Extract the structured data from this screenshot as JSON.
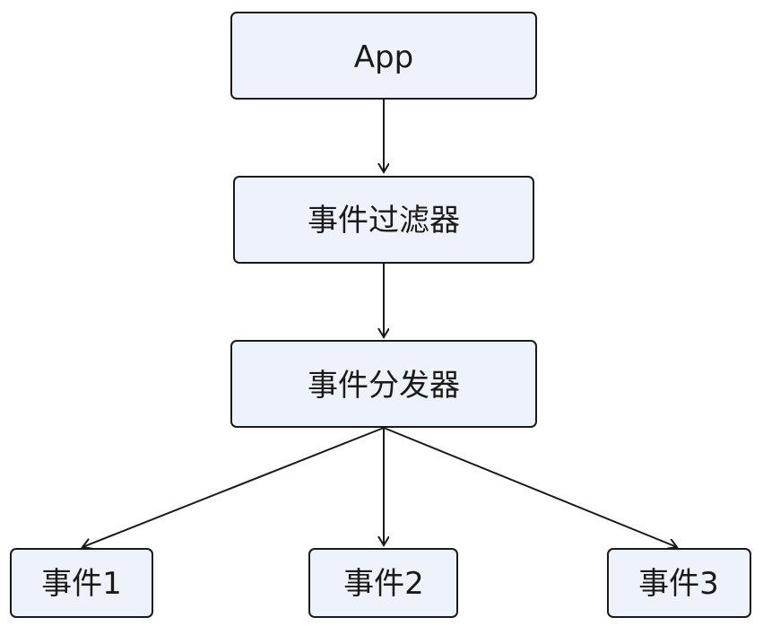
{
  "diagram": {
    "nodes": {
      "app": {
        "label": "App"
      },
      "filter": {
        "label": "事件过滤器"
      },
      "dispatcher": {
        "label": "事件分发器"
      },
      "event1": {
        "label": "事件1"
      },
      "event2": {
        "label": "事件2"
      },
      "event3": {
        "label": "事件3"
      }
    },
    "edges": [
      {
        "from": "App",
        "to": "事件过滤器"
      },
      {
        "from": "事件过滤器",
        "to": "事件分发器"
      },
      {
        "from": "事件分发器",
        "to": "事件1"
      },
      {
        "from": "事件分发器",
        "to": "事件2"
      },
      {
        "from": "事件分发器",
        "to": "事件3"
      }
    ],
    "colors": {
      "node_fill": "#eef2fb",
      "stroke": "#1a1a1a",
      "text": "#1a1a1a"
    }
  }
}
